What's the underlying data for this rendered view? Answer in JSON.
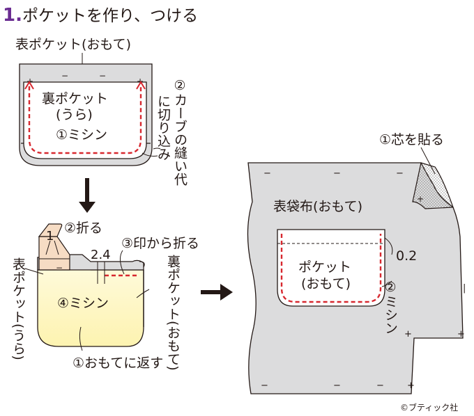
{
  "title": {
    "number": "1.",
    "text": "ポケットを作り、つける"
  },
  "step1": {
    "outer_label": "表ポケット(おもて)",
    "inner_label_1": "裏ポケット",
    "inner_label_2": "(うら)",
    "sew_label": "①ミシン",
    "curve_label_1": "②カーブの縫い代",
    "curve_label_2": "に切り込み"
  },
  "step2": {
    "dim_1": "1",
    "fold_label": "②折る",
    "dim_24": "2.4",
    "fold_mark_label": "③印から折る",
    "left_label": "表ポケット(うら)",
    "right_label": "裏ポケット(おもて)",
    "sew_label": "④ミシン",
    "turn_label": "①おもてに返す"
  },
  "step3": {
    "interfacing_label": "①芯を貼る",
    "fabric_label": "表袋布(おもて)",
    "pocket_label_1": "ポケット",
    "pocket_label_2": "(おもて)",
    "margin_value": "0.2",
    "sew_label": "②ミシン"
  },
  "credit": "©ブティック社",
  "colors": {
    "title_number": "#6a2c91",
    "stitch": "#d7282f",
    "fabric": "#dcdcdd",
    "pocket_lining": "#fdf6c8",
    "fold_tab": "#f6dcc4"
  }
}
